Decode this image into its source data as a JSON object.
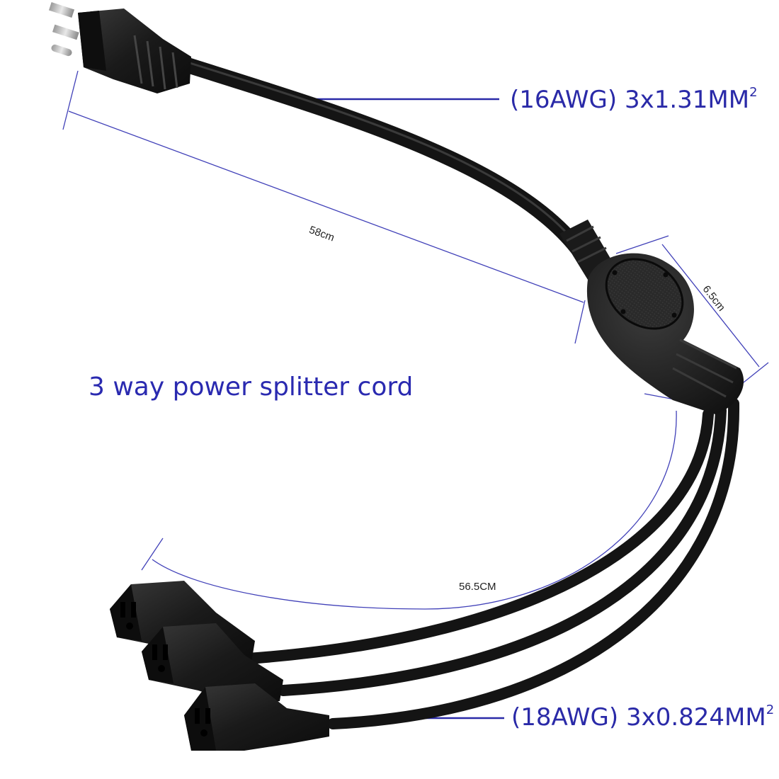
{
  "headline": "3 way power splitter cord",
  "specs": {
    "main_cord": {
      "text": "(16AWG) 3x1.31MM",
      "superscript": "2"
    },
    "branch_cords": {
      "text": "(18AWG) 3x0.824MM",
      "superscript": "2"
    }
  },
  "dimensions": {
    "main_length": "58cm",
    "hub_width": "6.5cm",
    "branch_length": "56.5CM"
  },
  "colors": {
    "label_blue": "#2a2aa8",
    "dimension_line": "#4040b8",
    "cable": "#141414",
    "connector": "#1c1c1c",
    "metal": "#c9c9c9"
  }
}
